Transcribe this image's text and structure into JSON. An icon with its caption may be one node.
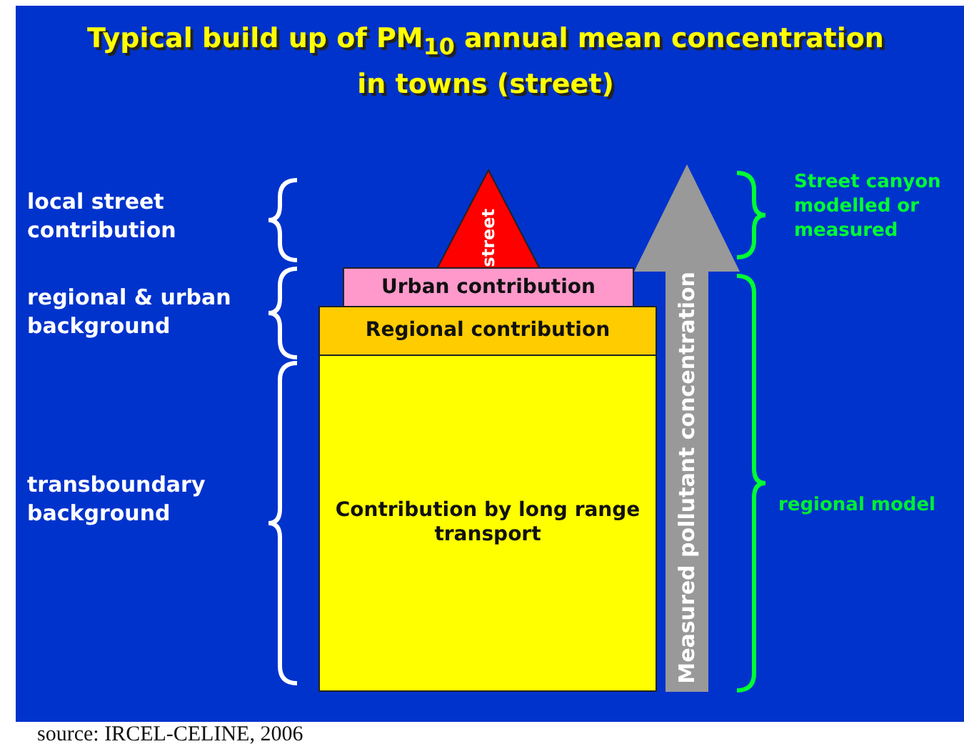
{
  "diagram": {
    "title": "Typical build up of PM$_{10}$ annual mean concentration in towns (street)",
    "nodes": [
      {
        "text": [
          "street"
        ]
      },
      {
        "text": [
          "Urban contribution"
        ]
      },
      {
        "text": [
          "Regional contribution"
        ]
      },
      {
        "text": [
          "Contribution by long range transport"
        ]
      },
      {
        "text": [
          "Measured pollutant concentration"
        ]
      }
    ],
    "labels": [
      "local street contribution",
      "regional & urban background",
      "transboundary background",
      "Street canyon modelled or measured",
      "regional model"
    ],
    "caption": "source: IRCEL-CELINE, 2006"
  }
}
